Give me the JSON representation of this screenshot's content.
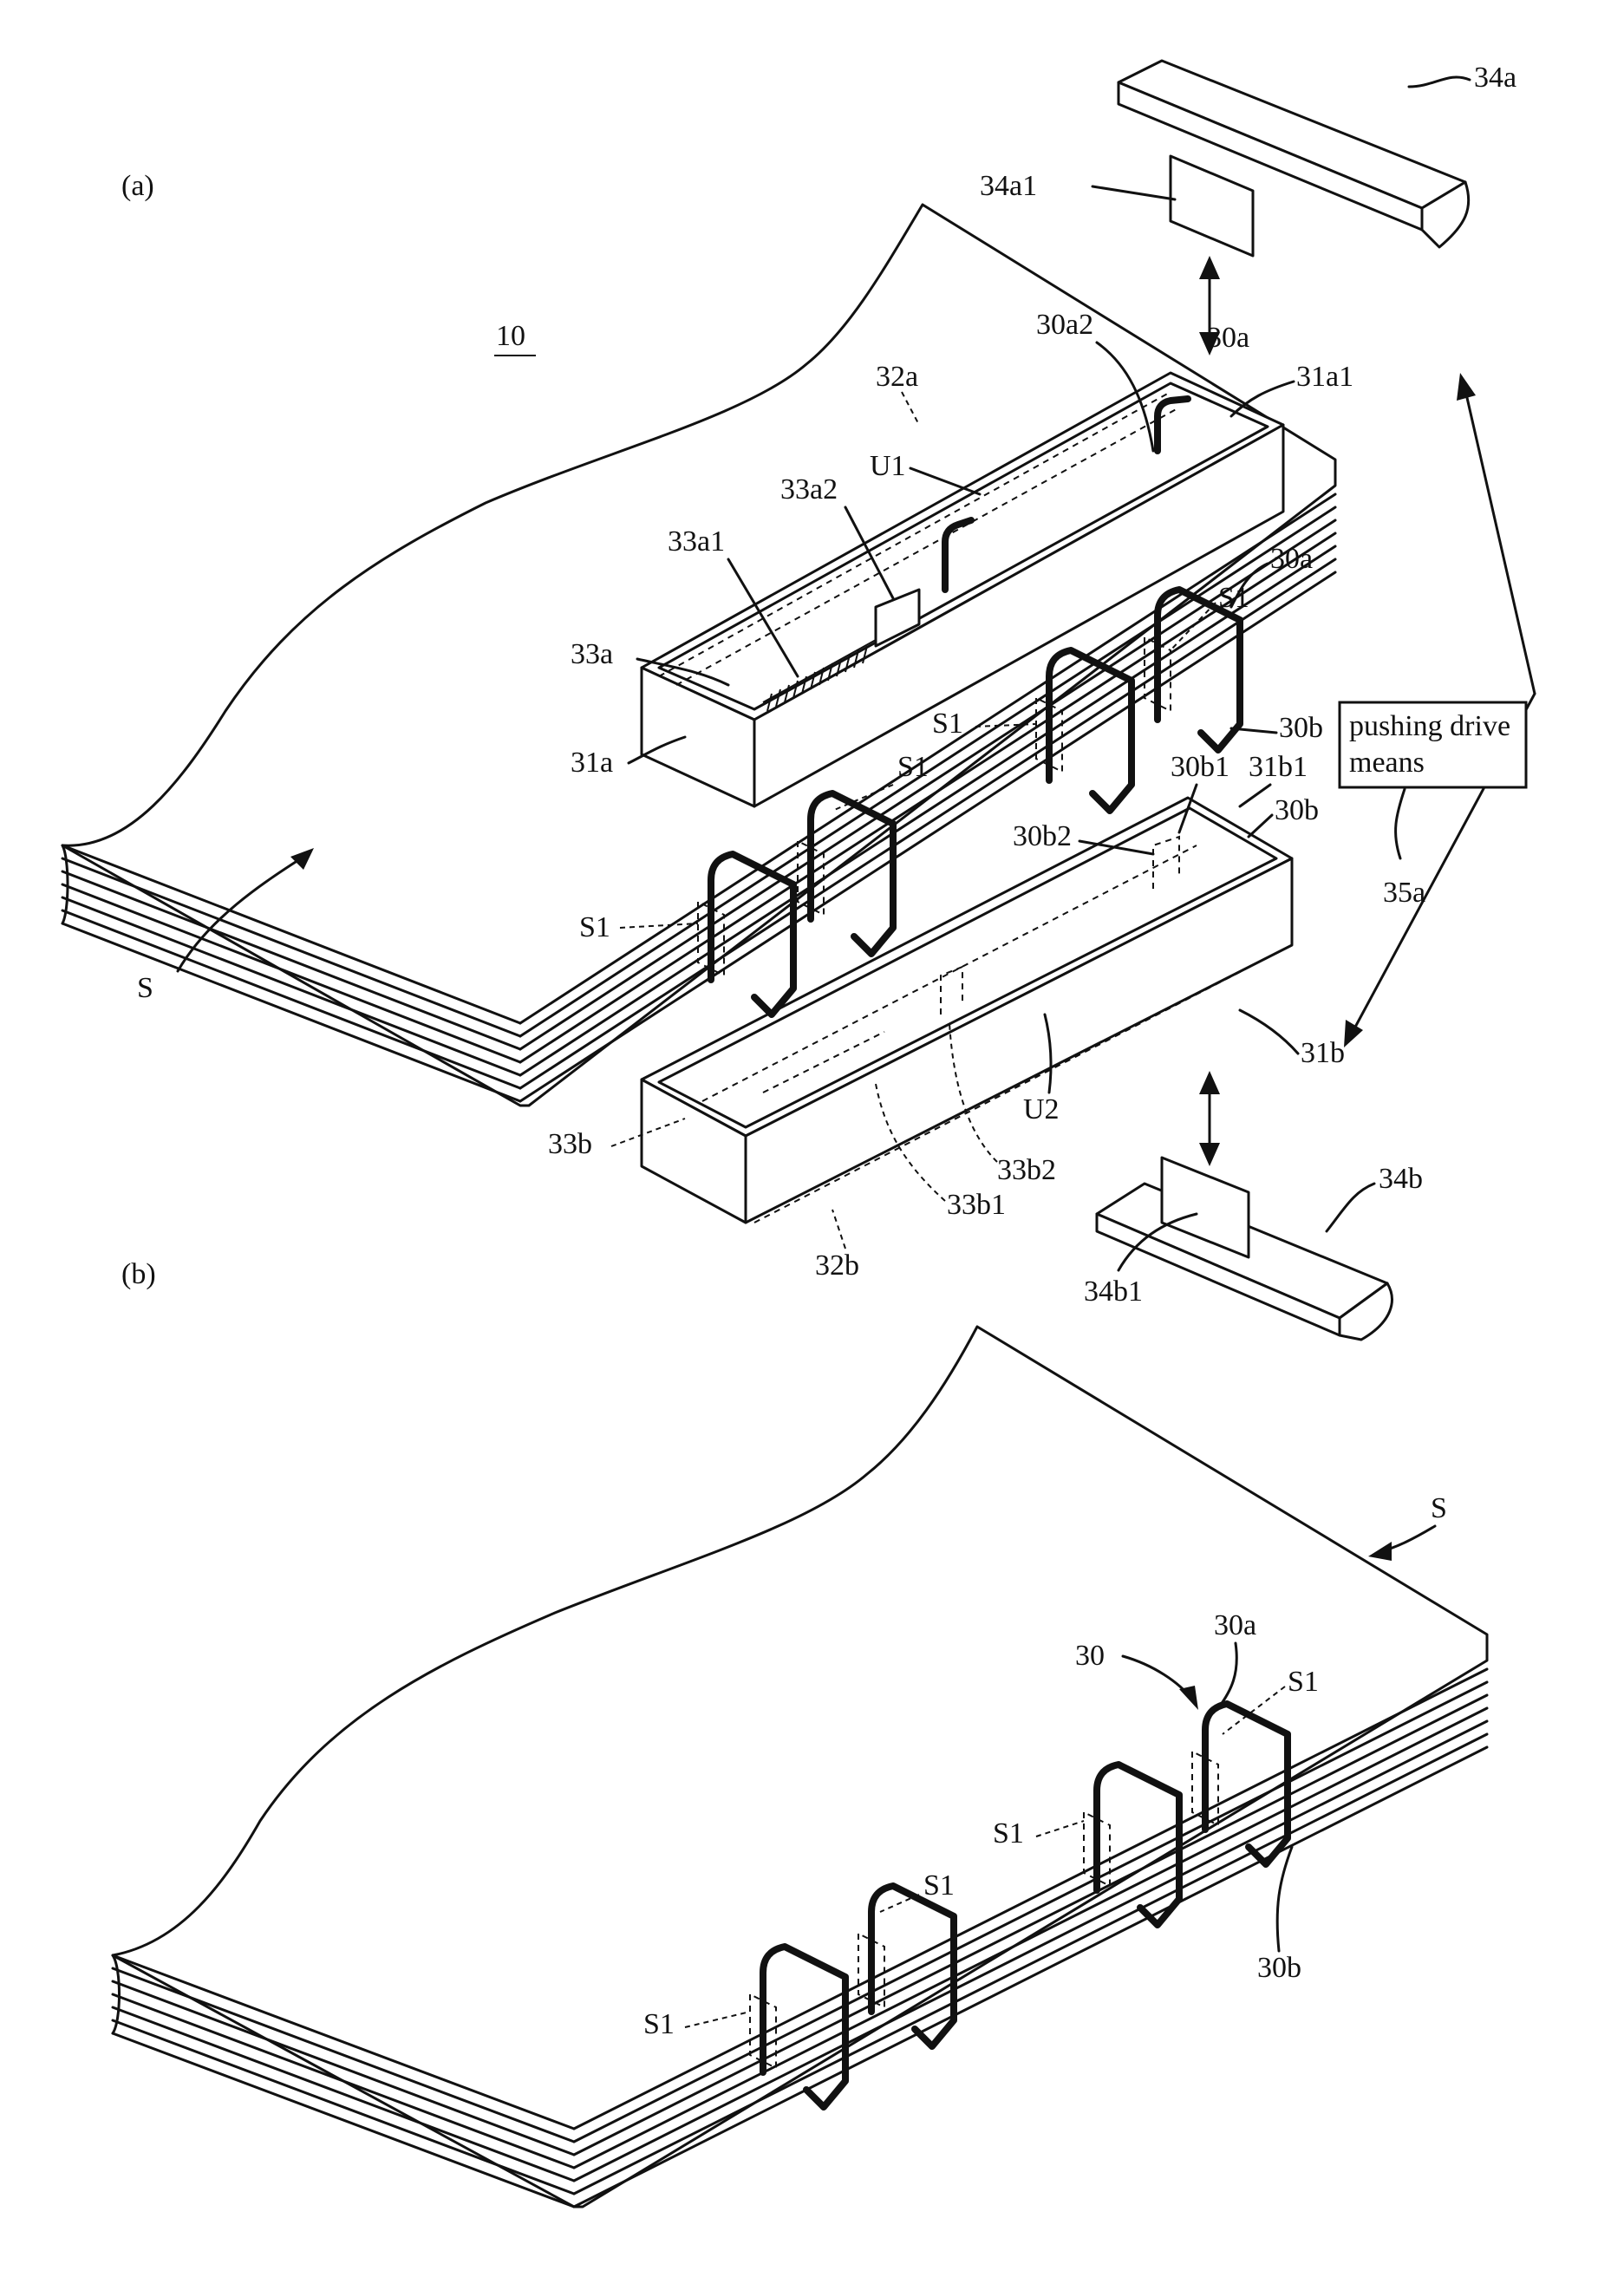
{
  "figure_a": {
    "panel_label": "(a)",
    "device_ref": "10",
    "labels": {
      "34a": "34a",
      "34a1": "34a1",
      "30a_top": "30a",
      "30a2": "30a2",
      "31a1": "31a1",
      "32a": "32a",
      "U1": "U1",
      "33a2": "33a2",
      "33a1": "33a1",
      "30a_mid": "30a",
      "S1_a1": "S1",
      "33a": "33a",
      "S1_a2": "S1",
      "30b_a": "30b",
      "31a": "31a",
      "S1_a3": "S1",
      "30b1": "30b1",
      "31b1": "31b1",
      "30b_a2": "30b",
      "30b2": "30b2",
      "S1_a4": "S1",
      "35a": "35a",
      "S_a": "S",
      "U2": "U2",
      "31b": "31b",
      "33b": "33b",
      "33b2": "33b2",
      "33b1": "33b1",
      "34b": "34b",
      "32b": "32b",
      "34b1": "34b1"
    },
    "drive_box_text": [
      "pushing drive",
      "means"
    ]
  },
  "figure_b": {
    "panel_label": "(b)",
    "labels": {
      "S_b": "S",
      "30a_b": "30a",
      "30": "30",
      "S1_b1": "S1",
      "S1_b2": "S1",
      "S1_b3": "S1",
      "30b_b": "30b",
      "S1_b4": "S1"
    }
  }
}
